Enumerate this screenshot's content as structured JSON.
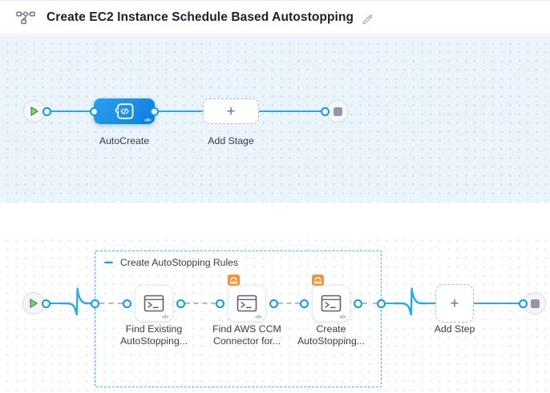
{
  "header": {
    "title": "Create EC2 Instance Schedule Based Autostopping",
    "icons": {
      "left": "pipeline-graph-icon",
      "right": "edit-pencil-icon"
    }
  },
  "stage_pipeline": {
    "start": {
      "icon": "play-icon"
    },
    "stage": {
      "label": "AutoCreate",
      "icon": "custom-stage-icon",
      "corner_glyph": "</>"
    },
    "add_stage": {
      "label": "Add Stage",
      "plus": "+"
    },
    "end": {
      "icon": "stop-square-icon"
    }
  },
  "step_pipeline": {
    "start": {
      "icon": "play-icon"
    },
    "group": {
      "label": "Create AutoStopping Rules",
      "collapse_icon": "minus-icon"
    },
    "steps": [
      {
        "label_line1": "Find Existing",
        "label_line2": "AutoStopping...",
        "icon": "shell-script-icon",
        "corner_glyph": "</>",
        "badge": null
      },
      {
        "label_line1": "Find AWS CCM",
        "label_line2": "Connector for...",
        "icon": "shell-script-icon",
        "corner_glyph": "</>",
        "badge": "ccm-gauge-icon"
      },
      {
        "label_line1": "Create",
        "label_line2": "AutoStopping...",
        "icon": "shell-script-icon",
        "corner_glyph": "</>",
        "badge": "ccm-gauge-icon"
      }
    ],
    "add_step": {
      "label": "Add Step",
      "plus": "+"
    },
    "end": {
      "icon": "stop-square-icon"
    }
  },
  "colors": {
    "accent_blue": "#0a9bf0",
    "line_blue": "#2aa9f1",
    "stage_gradient": [
      "#2d9ff0",
      "#0c7fdd"
    ],
    "group_border_blue": "#35bdf5",
    "badge_orange": "#f0953a",
    "play_green": "#74bd74",
    "end_square_gray": "#9596a9",
    "canvas_top_bg": "#ebf4fb"
  }
}
